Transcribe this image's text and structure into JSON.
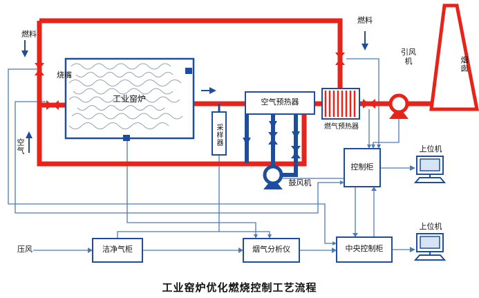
{
  "title": "工业窑炉优化燃烧控制工艺流程",
  "labels": {
    "fuel_left": "燃料",
    "fuel_right": "燃料",
    "burner": "烧嘴",
    "air": "空气",
    "furnace": "工业窑炉",
    "sampler": "采样器",
    "air_preheater": "空气预热器",
    "gas_preheater": "燃气预热器",
    "induced_draft_fan": "引风机",
    "chimney": "烟囱",
    "blower": "鼓风机",
    "control_cabinet": "控制柜",
    "host_computer_top": "上位机",
    "host_computer_bottom": "上位机",
    "compressed_air": "压风",
    "clean_gas_cabinet": "洁净气柜",
    "flue_gas_analyzer": "烟气分析仪",
    "central_control_cabinet": "中央控制柜"
  },
  "colors": {
    "pipe_hot": "#e8231a",
    "pipe_air": "#1d4e9e",
    "signal": "#4a7ab8",
    "box_border": "#1d4e9e",
    "text": "#111111"
  }
}
